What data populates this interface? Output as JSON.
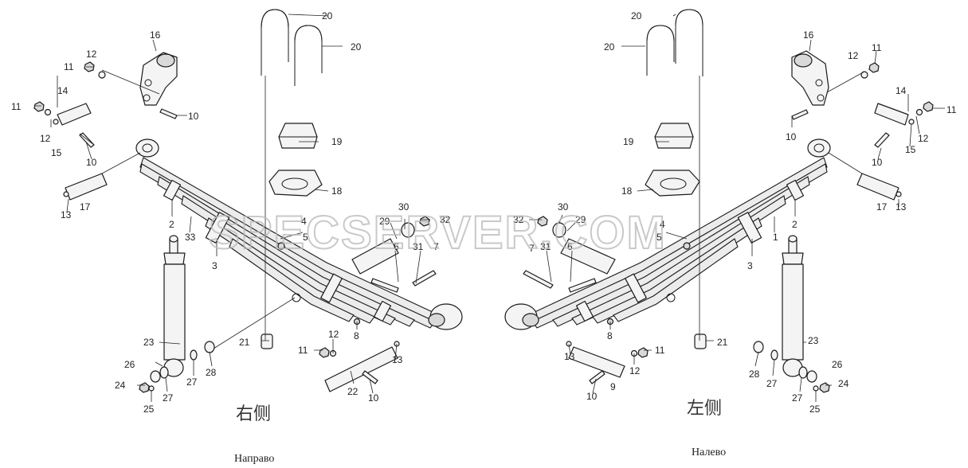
{
  "watermark": "SPECSERVER.COM",
  "sides": {
    "right_cn": "右侧",
    "left_cn": "左侧",
    "right_ru": "Направо",
    "left_ru": "Налево"
  },
  "callouts": {
    "l16": "16",
    "l12a": "12",
    "l11a": "11",
    "l14": "14",
    "l11b": "11",
    "l12b": "12",
    "l15": "15",
    "l10a": "10",
    "l10b": "10",
    "l13a": "13",
    "l17": "17",
    "l2": "2",
    "l33": "33",
    "l3": "3",
    "l23": "23",
    "l26": "26",
    "l24": "24",
    "l25": "25",
    "l27a": "27",
    "l27b": "27",
    "l28": "28",
    "l21": "21",
    "l20a": "20",
    "l20b": "20",
    "l19": "19",
    "l18": "18",
    "l4": "4",
    "l5": "5",
    "l30": "30",
    "l29": "29",
    "l32": "32",
    "l31": "31",
    "l6": "6",
    "l7": "7",
    "l8": "8",
    "l12c": "12",
    "l11c": "11",
    "l13b": "13",
    "l22": "22",
    "l10c": "10",
    "r20a": "20",
    "r20b": "20",
    "r16": "16",
    "r11a": "11",
    "r12a": "12",
    "r14": "14",
    "r11b": "11",
    "r12b": "12",
    "r15": "15",
    "r10a": "10",
    "r10b": "10",
    "r19": "19",
    "r18": "18",
    "r17": "17",
    "r13a": "13",
    "r2": "2",
    "r1": "1",
    "r3": "3",
    "r4": "4",
    "r5": "5",
    "r30": "30",
    "r32": "32",
    "r29": "29",
    "r7": "7",
    "r31": "31",
    "r6": "6",
    "r8": "8",
    "r23": "23",
    "r21": "21",
    "r13b": "13",
    "r12c": "12",
    "r11c": "11",
    "r9": "9",
    "r10c": "10",
    "r28": "28",
    "r27a": "27",
    "r27b": "27",
    "r26": "26",
    "r24": "24",
    "r25": "25"
  }
}
